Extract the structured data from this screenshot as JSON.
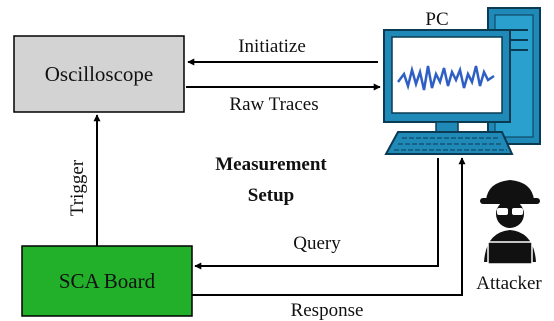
{
  "nodes": {
    "oscilloscope": "Oscilloscope",
    "sca_board": "SCA Board",
    "pc": "PC",
    "attacker": "Attacker"
  },
  "edges": {
    "initialize": "Initiatize",
    "raw_traces": "Raw Traces",
    "trigger": "Trigger",
    "query": "Query",
    "response": "Response"
  },
  "center_title": [
    "Measurement",
    "Setup"
  ],
  "colors": {
    "oscilloscope_fill": "#d3d3d3",
    "sca_board_fill": "#22b02a",
    "pc_accent": "#1f8ab8",
    "waveform": "#2f5fc4",
    "line": "#000000"
  },
  "icons": [
    "pc-icon",
    "attacker-icon"
  ]
}
